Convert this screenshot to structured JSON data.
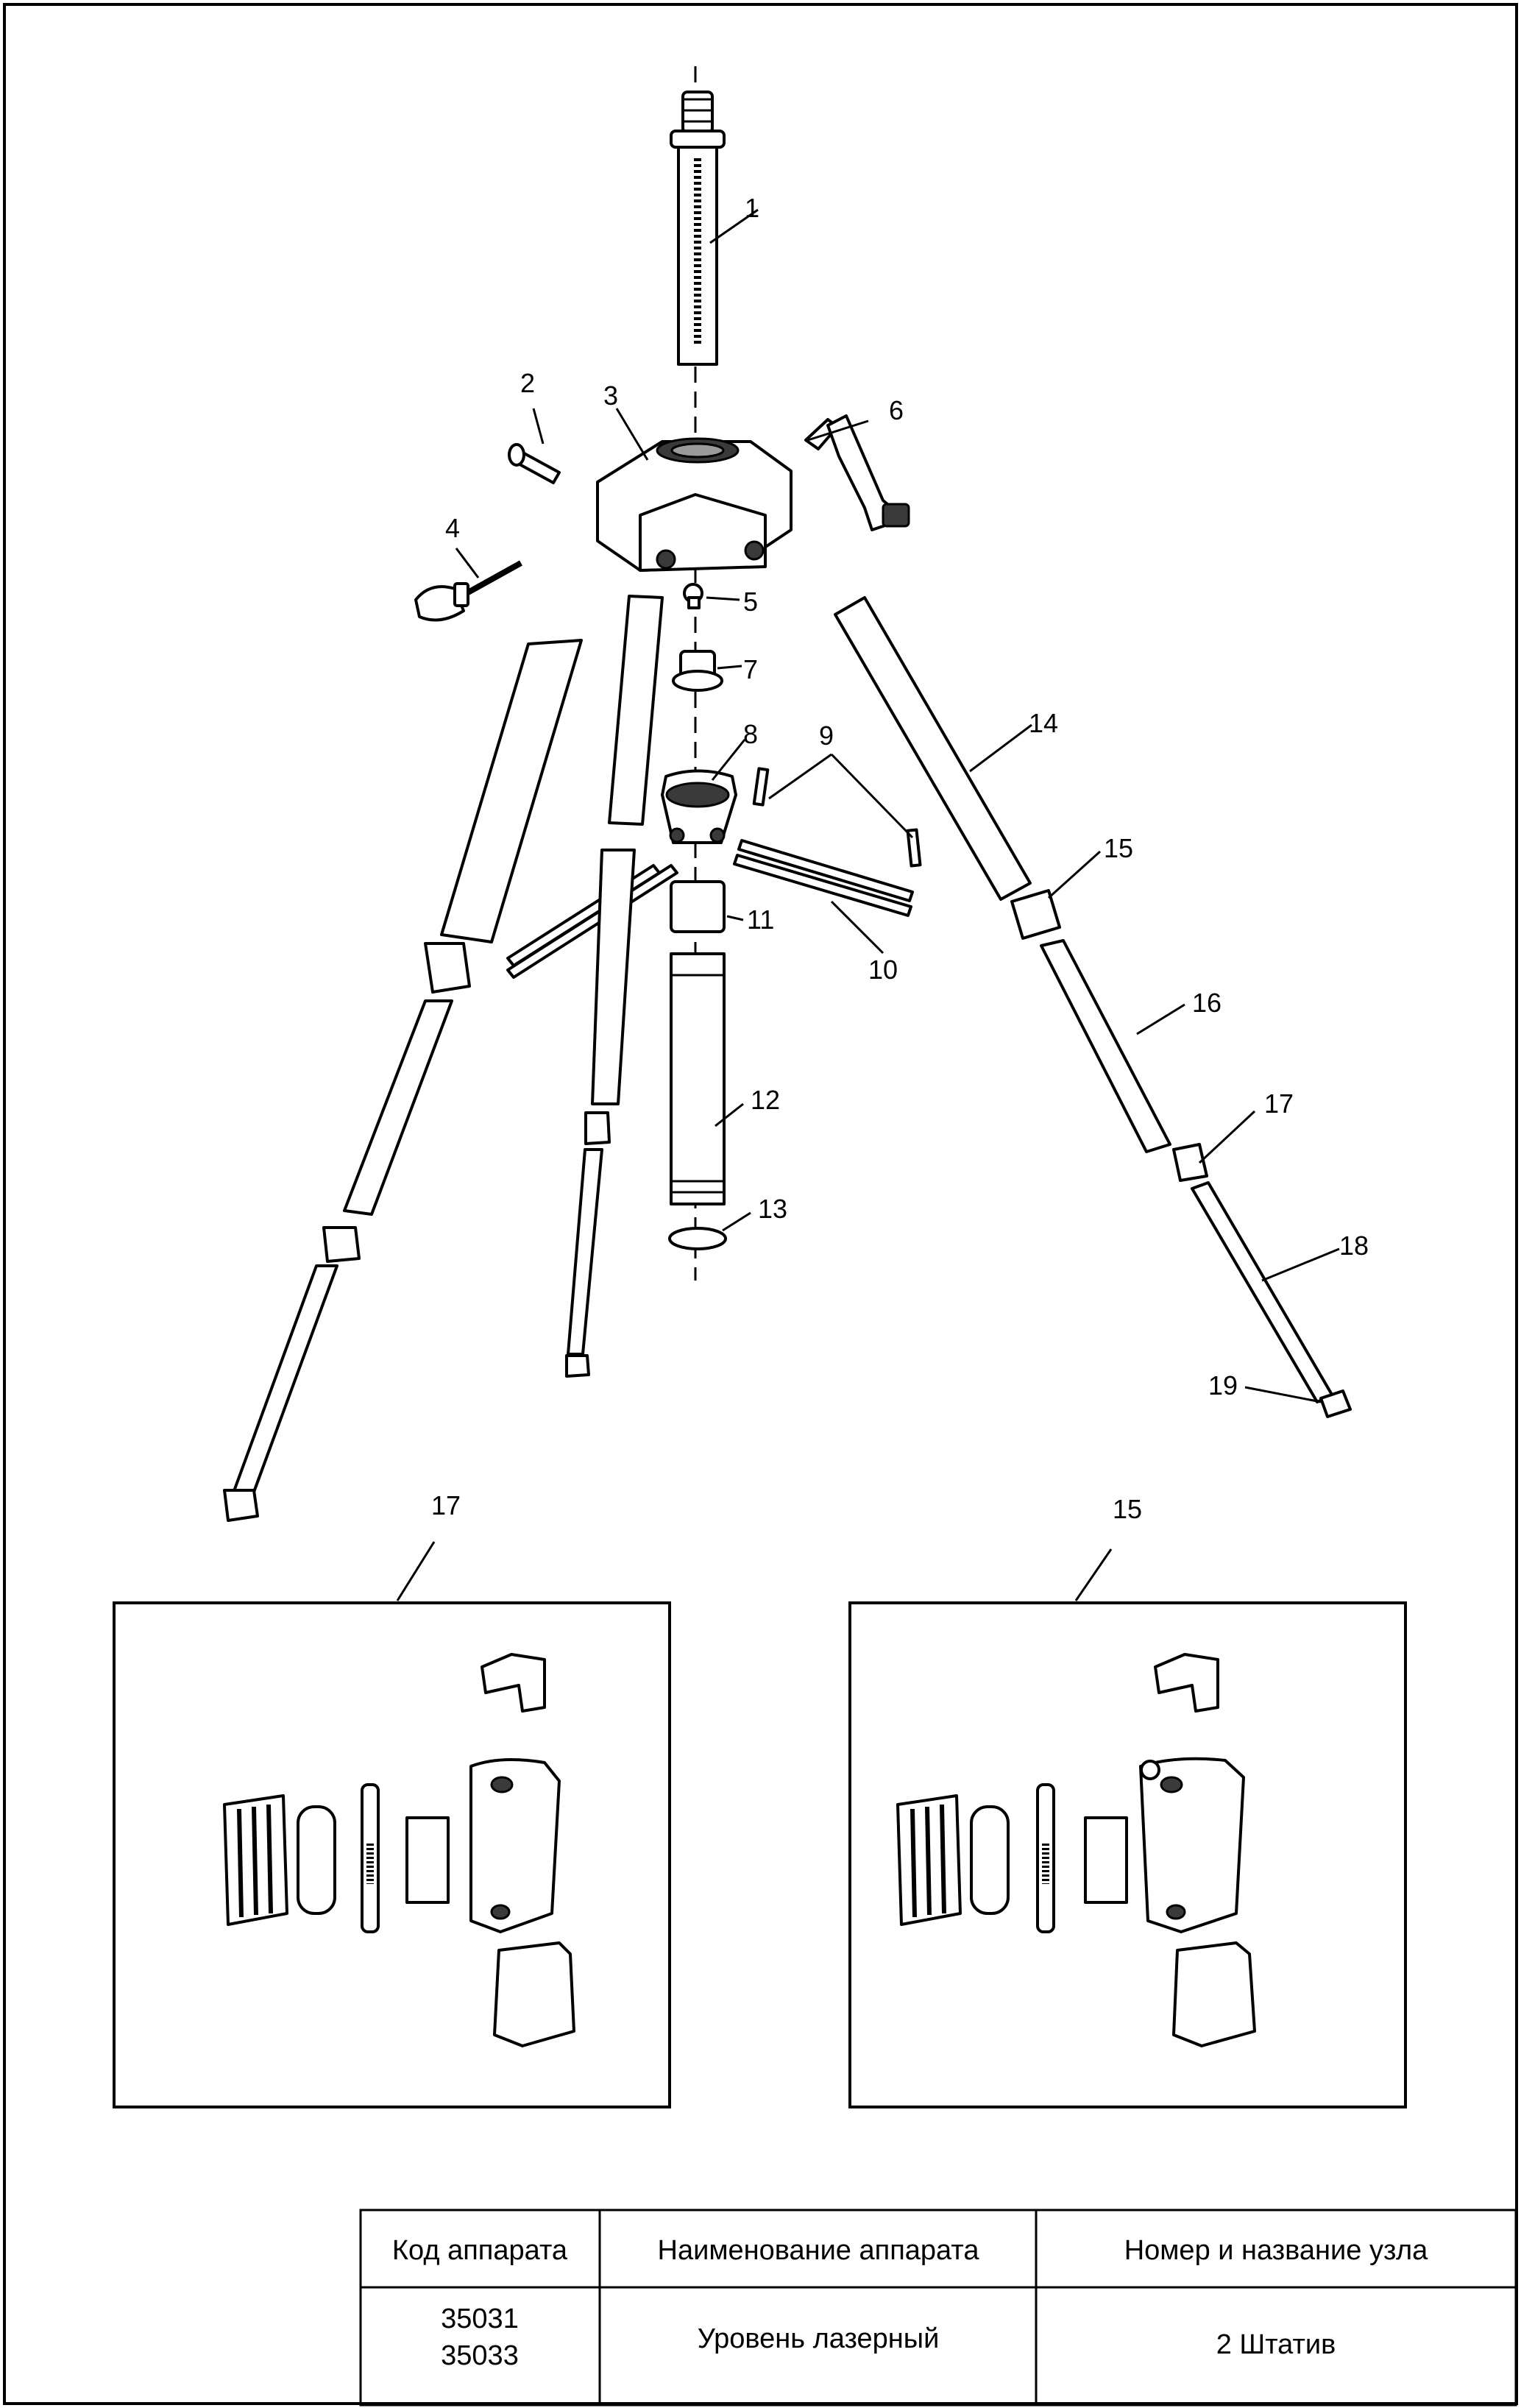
{
  "callouts": {
    "p1": "1",
    "p2": "2",
    "p3": "3",
    "p4": "4",
    "p5": "5",
    "p6": "6",
    "p7": "7",
    "p8": "8",
    "p9": "9",
    "p10": "10",
    "p11": "11",
    "p12": "12",
    "p13": "13",
    "p14": "14",
    "p15": "15",
    "p16": "16",
    "p17": "17",
    "p18": "18",
    "p19": "19"
  },
  "details": {
    "left_label": "17",
    "right_label": "15"
  },
  "table": {
    "headers": [
      "Код аппарата",
      "Наименование аппарата",
      "Номер и название узла"
    ],
    "codes": [
      "35031",
      "35033"
    ],
    "name": "Уровень лазерный",
    "unit": "2 Штатив"
  }
}
